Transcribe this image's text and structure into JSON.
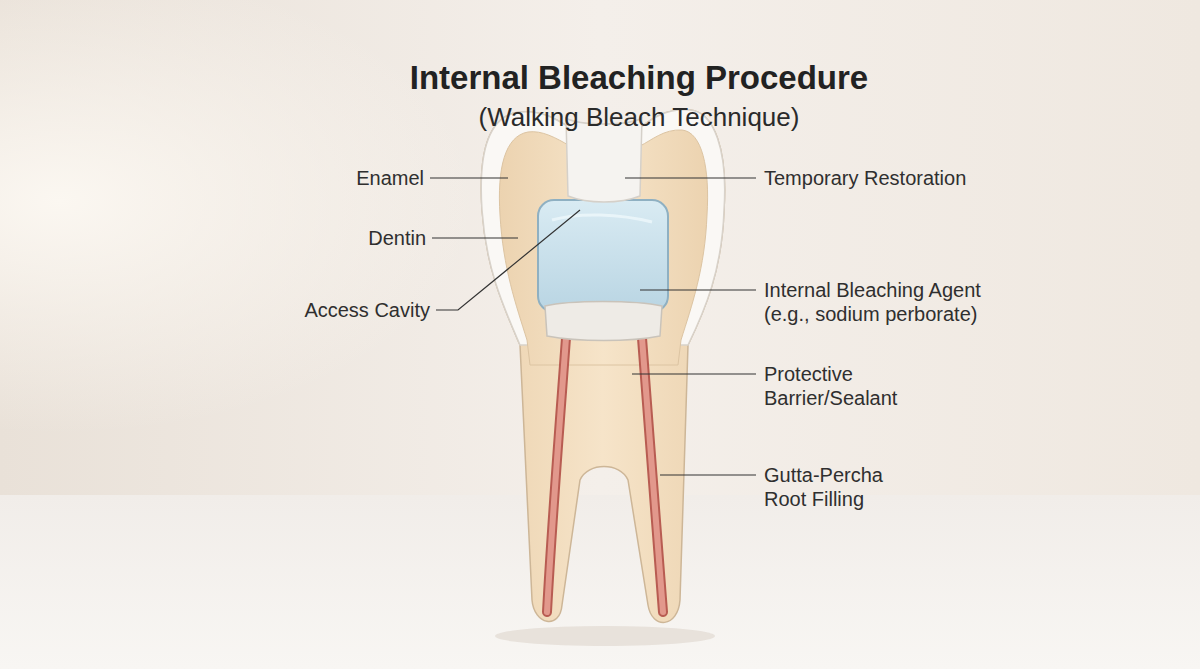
{
  "diagram": {
    "title": "Internal Bleaching Procedure",
    "labels": [
      "(Walking Bleach Technique)",
      "Enamel",
      "Dentin",
      "Access Cavity",
      "Temporary Restoration",
      "Internal Bleaching Agent (e.g., sodium perborate)",
      "Protective Barrier/Sealant",
      "Gutta-Percha Root Filling"
    ]
  }
}
